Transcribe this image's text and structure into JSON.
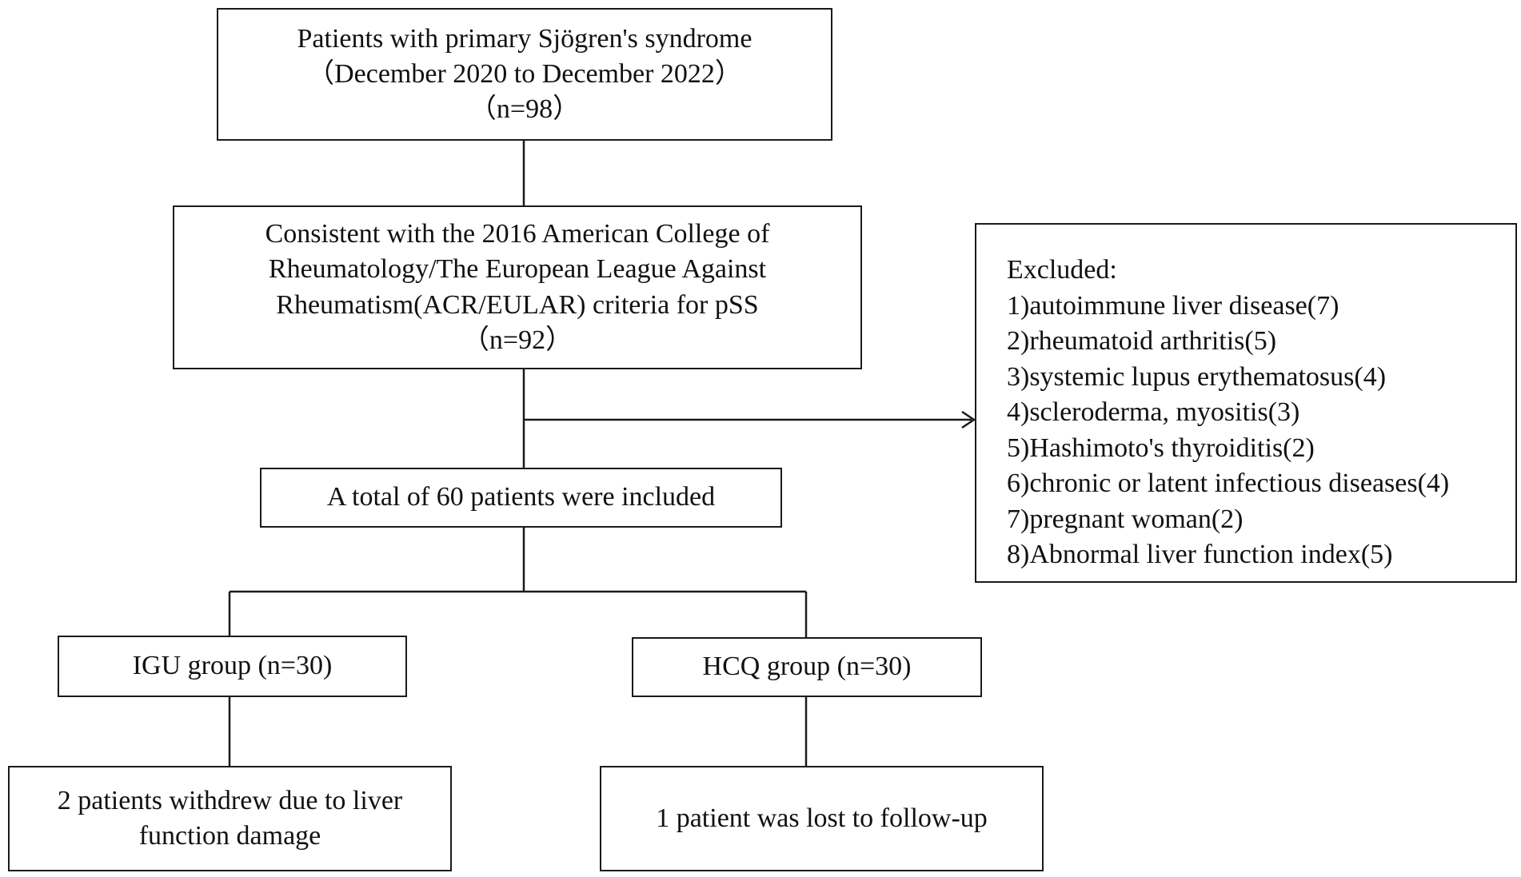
{
  "boxes": {
    "source": {
      "lines": [
        "Patients with primary Sjögren's syndrome",
        "（December 2020 to December 2022）",
        "（n=98）"
      ]
    },
    "criteria": {
      "lines": [
        "Consistent with the 2016 American College of",
        "Rheumatology/The European League Against",
        "Rheumatism(ACR/EULAR) criteria for pSS",
        "（n=92）"
      ]
    },
    "included": {
      "lines": [
        "A total of 60 patients were included"
      ]
    },
    "igu": {
      "lines": [
        "IGU group (n=30)"
      ]
    },
    "hcq": {
      "lines": [
        "HCQ group (n=30)"
      ]
    },
    "igu_withdrawn": {
      "lines": [
        "2 patients withdrew due to liver",
        "function damage"
      ]
    },
    "hcq_lost": {
      "lines": [
        "1 patient was lost to follow-up"
      ]
    }
  },
  "excluded": {
    "heading": "Excluded:",
    "items": [
      "1)autoimmune liver disease(7)",
      "2)rheumatoid arthritis(5)",
      "3)systemic lupus erythematosus(4)",
      "4)scleroderma, myositis(3)",
      "5)Hashimoto's thyroiditis(2)",
      "6)chronic or latent infectious diseases(4)",
      "7)pregnant woman(2)",
      "8)Abnormal liver function index(5)"
    ]
  }
}
